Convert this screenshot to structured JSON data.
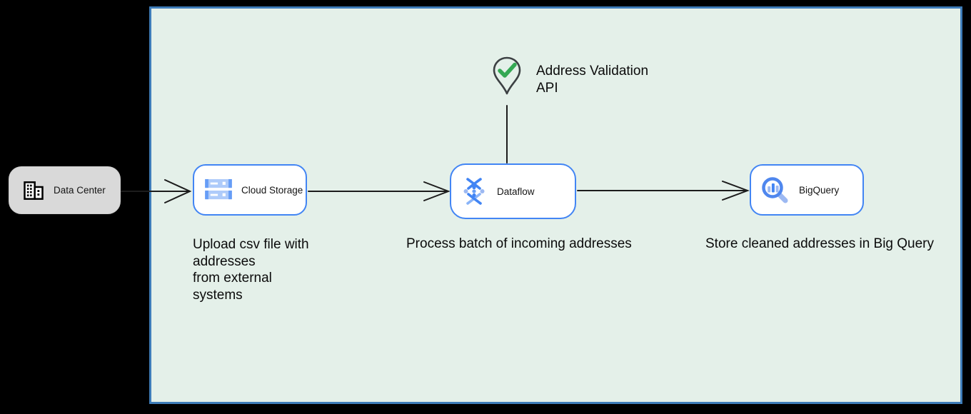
{
  "diagram": {
    "panel": {
      "fill": "#e4f0e9",
      "border_color": "#3e7cb8"
    },
    "colors": {
      "accent_blue": "#4285f4",
      "light_blue": "#9db9f2",
      "node_fill": "#ffffff",
      "data_center_fill": "#d9d9d9",
      "arrow": "#1c1c1c",
      "check_green": "#34a853",
      "pin_outline": "#3c4043",
      "text": "#0b0b0b"
    },
    "nodes": {
      "data_center": {
        "label": "Data Center",
        "icon": "building-icon"
      },
      "cloud_storage": {
        "label": "Cloud Storage",
        "icon": "cloud-storage-icon"
      },
      "dataflow": {
        "label": "Dataflow",
        "icon": "dataflow-icon"
      },
      "bigquery": {
        "label": "BigQuery",
        "icon": "bigquery-icon"
      }
    },
    "annotations": {
      "address_validation": {
        "label": "Address Validation\nAPI",
        "icon": "map-pin-check-icon"
      }
    },
    "captions": {
      "cloud_storage": "Upload csv file with\naddresses\nfrom external\nsystems",
      "dataflow": "Process batch of incoming addresses",
      "bigquery": "Store cleaned addresses in Big Query"
    },
    "connectors": [
      {
        "name": "data-center-to-cloud-storage",
        "type": "arrow"
      },
      {
        "name": "cloud-storage-to-dataflow",
        "type": "arrow"
      },
      {
        "name": "dataflow-to-bigquery",
        "type": "arrow"
      },
      {
        "name": "address-validation-to-dataflow",
        "type": "line"
      }
    ]
  }
}
